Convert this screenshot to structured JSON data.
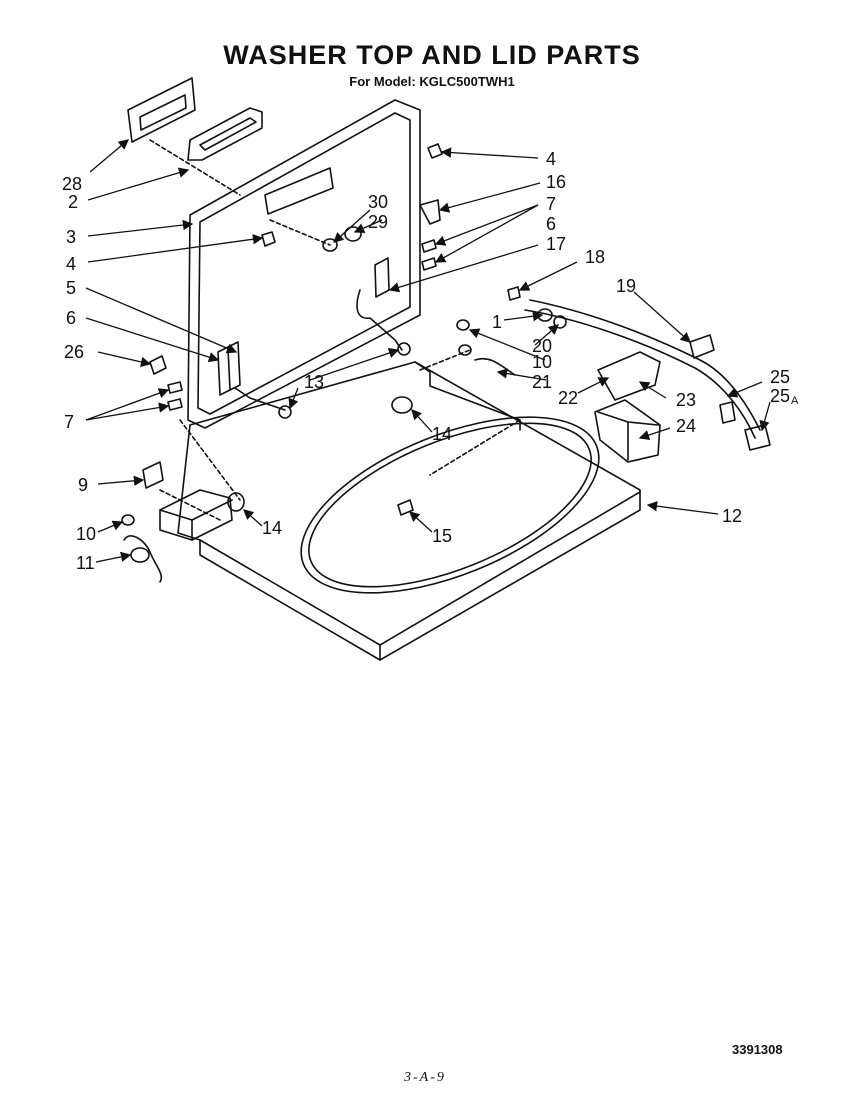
{
  "header": {
    "title": "WASHER TOP AND LID PARTS",
    "subtitle": "For Model: KGLC500TWH1"
  },
  "callouts": {
    "c1": "1",
    "c2": "2",
    "c3": "3",
    "c4a": "4",
    "c4b": "4",
    "c5": "5",
    "c6a": "6",
    "c6b": "6",
    "c7a": "7",
    "c7b": "7",
    "c9": "9",
    "c10a": "10",
    "c10b": "10",
    "c11": "11",
    "c12": "12",
    "c13": "13",
    "c14a": "14",
    "c14b": "14",
    "c15": "15",
    "c16": "16",
    "c17": "17",
    "c18": "18",
    "c19": "19",
    "c20": "20",
    "c21": "21",
    "c22": "22",
    "c23": "23",
    "c24": "24",
    "c25": "25",
    "c25a": "25",
    "c25a_sub": "A",
    "c26": "26",
    "c28": "28",
    "c29": "29",
    "c30": "30"
  },
  "footer": {
    "part_number": "3391308",
    "page_ref": "3-A-9"
  }
}
